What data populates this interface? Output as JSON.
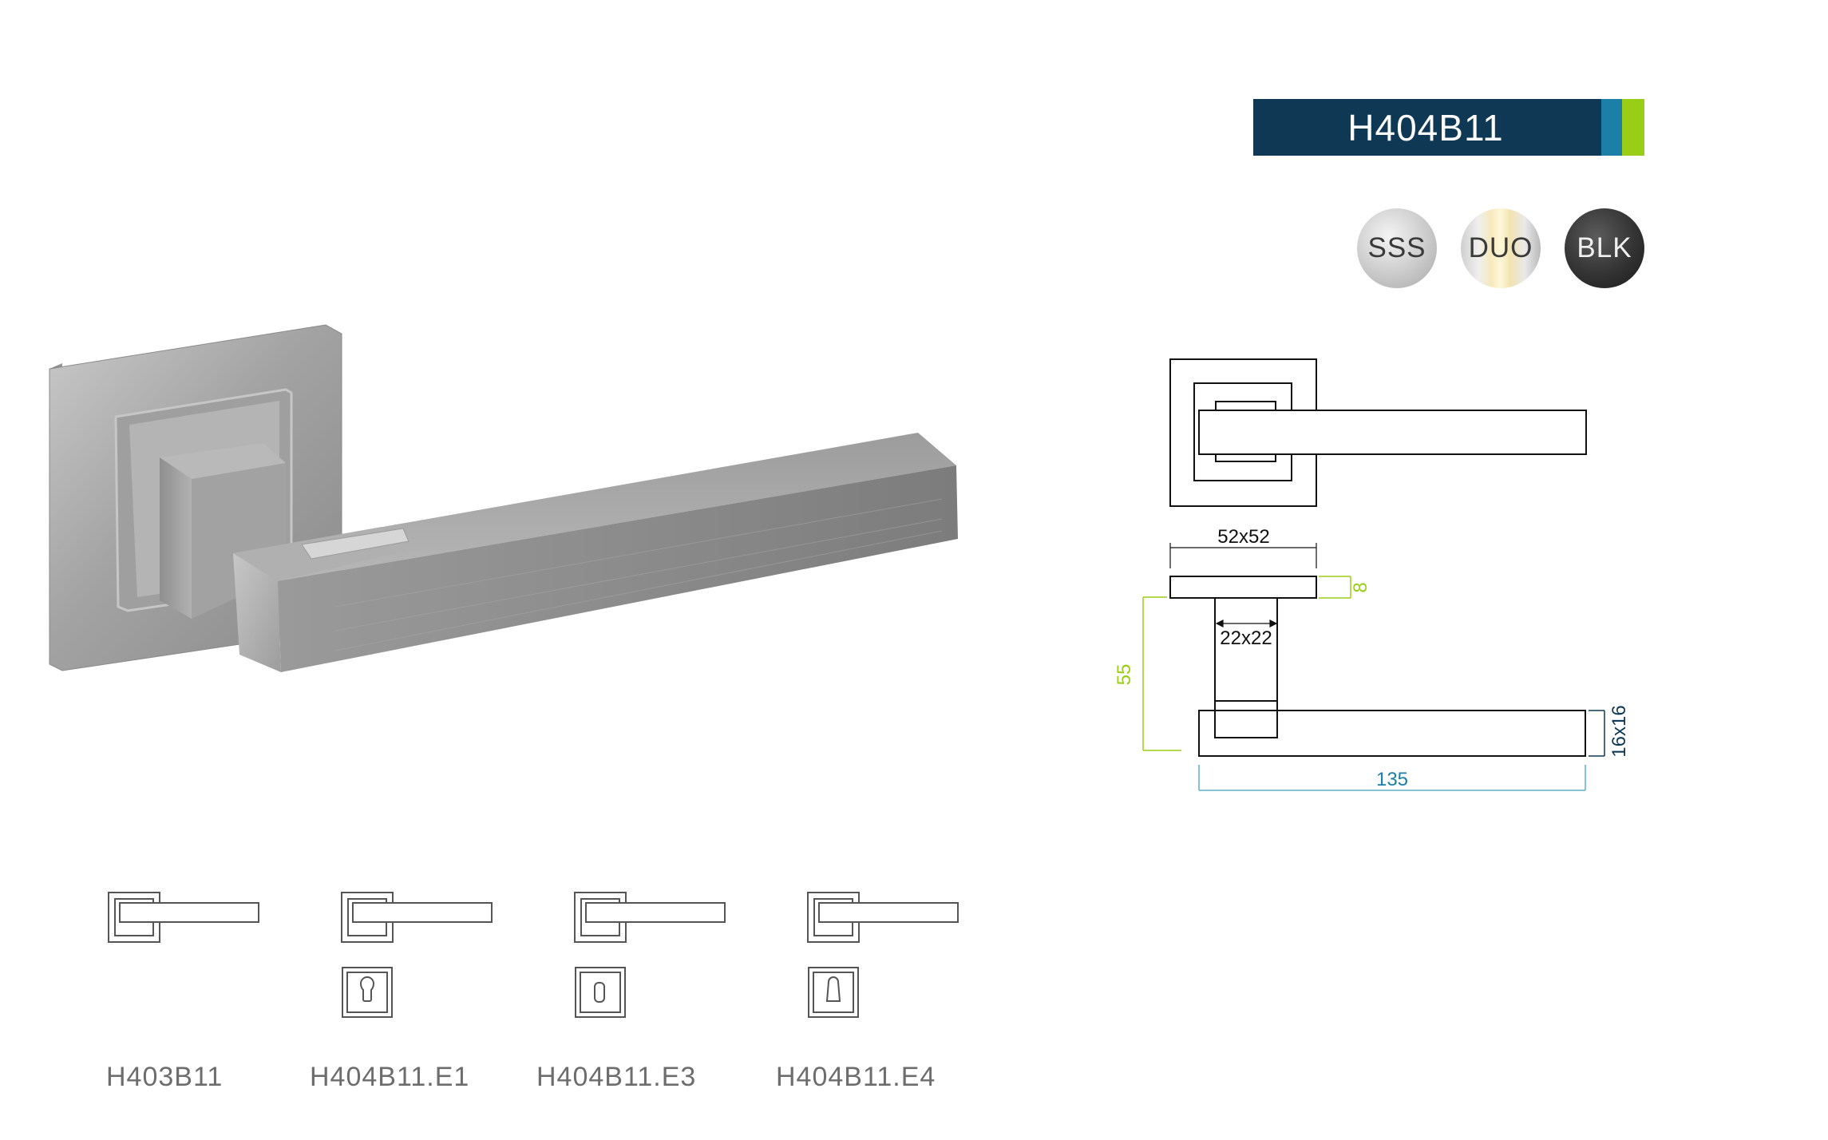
{
  "product": {
    "code": "H404B11",
    "accent_colors": {
      "navy": "#0f3854",
      "blue": "#1b7fa8",
      "green": "#9acd16"
    }
  },
  "finishes": [
    {
      "code": "SSS"
    },
    {
      "code": "DUO"
    },
    {
      "code": "BLK"
    }
  ],
  "dimensions": {
    "rose": "52x52",
    "rose_thickness": "8",
    "neck": "22x22",
    "height": "55",
    "lever_section": "16x16",
    "lever_length": "135"
  },
  "variants": [
    {
      "code": "H403B11",
      "escutcheon": "none"
    },
    {
      "code": "H404B11.E1",
      "escutcheon": "profile-cylinder"
    },
    {
      "code": "H404B11.E3",
      "escutcheon": "bathroom"
    },
    {
      "code": "H404B11.E4",
      "escutcheon": "key-hole"
    }
  ]
}
